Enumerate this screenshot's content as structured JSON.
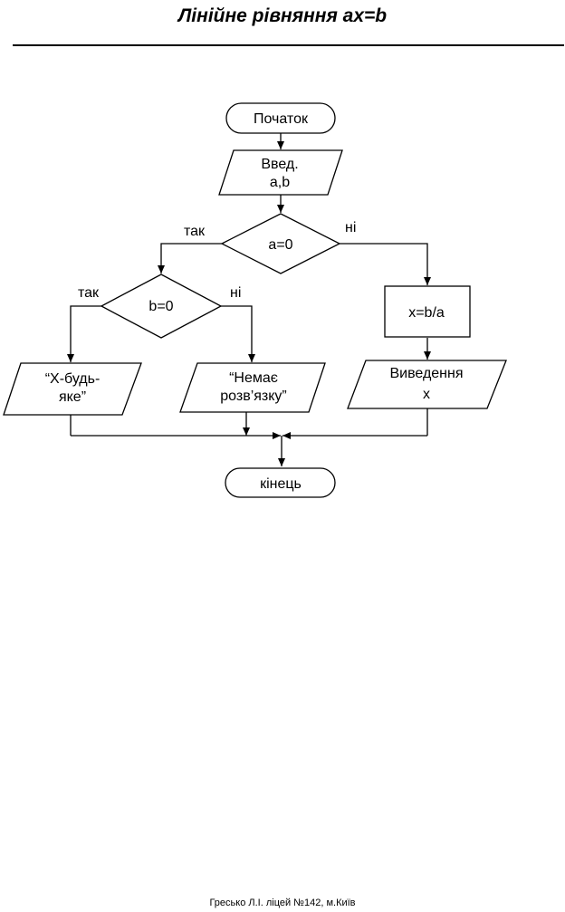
{
  "title": "Лінійне рівняння ax=b",
  "footer": "Гресько Л.І. ліцей №142, м.Київ",
  "flowchart": {
    "start": "Початок",
    "input_line1": "Введ.",
    "input_line2": "a,b",
    "cond1": "a=0",
    "cond1_yes": "так",
    "cond1_no": "ні",
    "cond2": "b=0",
    "cond2_yes": "так",
    "cond2_no": "ні",
    "out_any_line1": "“Х-будь-",
    "out_any_line2": "яке”",
    "out_none_line1": "“Немає",
    "out_none_line2": "розв’язку”",
    "calc": "x=b/a",
    "out_x_line1": "Виведення",
    "out_x_line2": "x",
    "end": "кінець"
  }
}
